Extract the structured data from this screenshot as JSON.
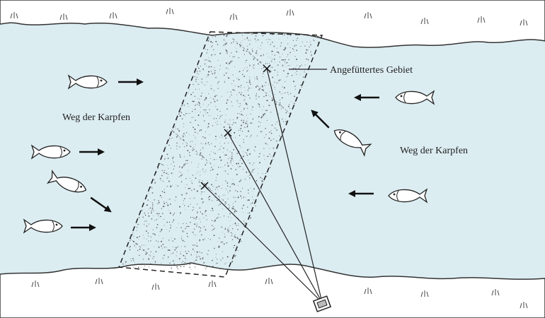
{
  "labels": {
    "feeding_area": "Angefüttertes Gebiet",
    "carp_path_left": "Weg der Karpfen",
    "carp_path_right": "Weg der Karpfen"
  },
  "colors": {
    "water": "#dcedf2",
    "bank": "#ffffff",
    "ink": "#1e1e1e"
  },
  "icons": [
    "fish-icon",
    "arrow-icon",
    "cross-marker-icon",
    "angler-icon"
  ]
}
